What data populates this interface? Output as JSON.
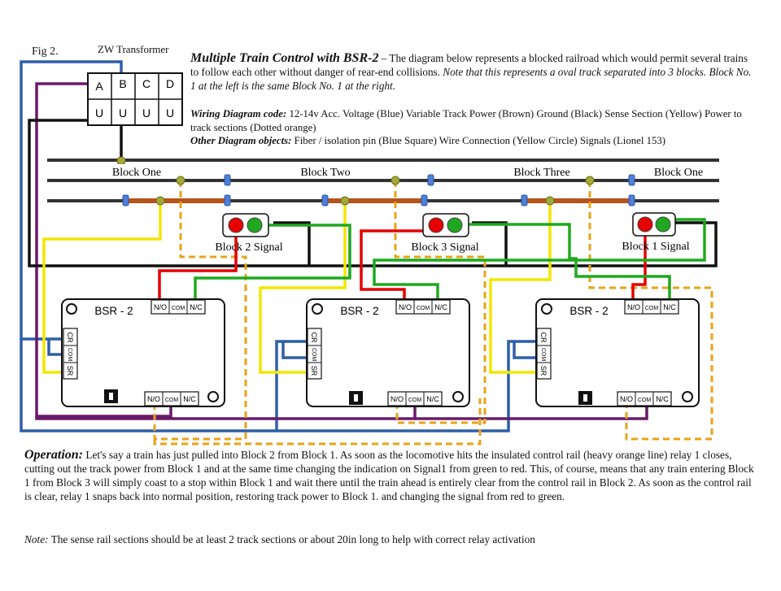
{
  "figure_label": "Fig 2.",
  "transformer": {
    "title": "ZW Transformer",
    "top_terminals": [
      "A",
      "B",
      "C",
      "D"
    ],
    "bottom_terminals": [
      "U",
      "U",
      "U",
      "U"
    ]
  },
  "header": {
    "title": "Multiple Train Control with BSR-2",
    "intro": " – The diagram below represents a blocked railroad which would permit several trains to follow each other without danger of rear-end collisions. ",
    "intro_italic": "Note that this represents a oval track separated into 3 blocks. Block No. 1 at the left is the same Block No. 1 at the right."
  },
  "legend": {
    "wiring_label": "Wiring Diagram code:",
    "wiring_text": " 12-14v Acc. Voltage (Blue) Variable Track Power (Brown) Ground (Black) Sense Section (Yellow) Power to track sections (Dotted orange)",
    "objects_label": "Other Diagram objects:",
    "objects_text": " Fiber / isolation pin (Blue Square) Wire Connection (Yellow Circle) Signals (Lionel 153)"
  },
  "blocks": [
    "Block One",
    "Block Two",
    "Block Three",
    "Block One"
  ],
  "signals": [
    "Block 2 Signal",
    "Block 3 Signal",
    "Block 1 Signal"
  ],
  "bsr": {
    "title": "BSR - 2",
    "relay_pins": [
      "N/O",
      "COM",
      "N/C"
    ],
    "control_pins": [
      "CR",
      "COM",
      "SR"
    ]
  },
  "operation": {
    "lead": "Operation:",
    "text": " Let's say a train has just pulled into Block 2 from Block 1. As soon as the locomotive hits the insulated control rail (heavy orange line) relay 1 closes, cutting out the track power from Block 1 and at the same time changing the indication on Signal1 from green to red. This, of course, means that any train entering Block 1 from Block 3 will simply coast to a stop within Block 1 and wait there until the train ahead is entirely clear from the control rail in Block 2. As soon as the control rail is clear, relay 1 snaps back into normal position, restoring track power to Block 1. and changing the signal from red to green."
  },
  "note": {
    "label": "Note:",
    "text": " The sense rail sections should be at least 2 track sections or about 20in long to help with correct relay activation"
  },
  "colors": {
    "acc_voltage": "#2e5fa8",
    "track_power": "#8b3a0f",
    "ground": "#111111",
    "sense": "#f2e600",
    "dotted_power": "#e8a317",
    "signal_red": "#e60000",
    "signal_green": "#1fa81f",
    "purple": "#6a1a6a",
    "control_rail": "#b5541b",
    "pin": "#4f7fd6",
    "connection": "#a5a83a"
  }
}
